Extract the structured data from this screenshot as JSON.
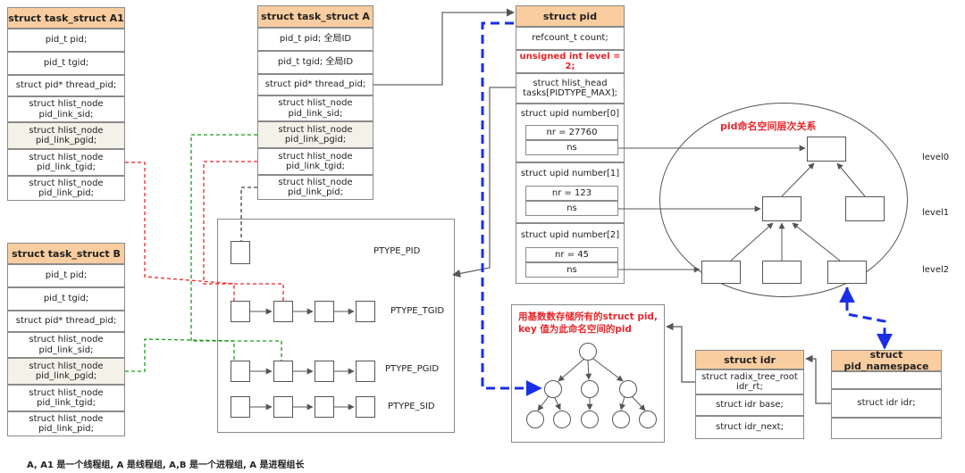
{
  "task_a1": {
    "title": "struct task_struct A1",
    "fields": [
      "pid_t pid;",
      "pid_t tgid;",
      "struct pid* thread_pid;",
      "struct hlist_node\npid_link_sid;",
      "struct hlist_node\npid_link_pgid;",
      "struct hlist_node\npid_link_tgid;",
      "struct hlist_node\npid_link_pid;"
    ]
  },
  "task_a": {
    "title": "struct task_struct A",
    "fields": [
      "pid_t pid; 全局ID",
      "pid_t tgid; 全局ID",
      "struct pid* thread_pid;",
      "struct hlist_node\npid_link_sid;",
      "struct hlist_node\npid_link_pgid;",
      "struct hlist_node\npid_link_tgid;",
      "struct hlist_node\npid_link_pid;"
    ]
  },
  "task_b": {
    "title": "struct task_struct B",
    "fields": [
      "pid_t pid;",
      "pid_t tgid;",
      "struct pid* thread_pid;",
      "struct hlist_node\npid_link_sid;",
      "struct hlist_node\npid_link_pgid;",
      "struct hlist_node\npid_link_tgid;",
      "struct hlist_node\npid_link_pid;"
    ]
  },
  "pid_struct": {
    "title": "struct pid",
    "count": "refcount_t count;",
    "level": "unsigned int level = 2;",
    "tasks": "struct hlist_head\ntasks[PIDTYPE_MAX];",
    "numbers": [
      {
        "title": "struct upid number[0]",
        "nr": "nr = 27760",
        "ns": "ns"
      },
      {
        "title": "struct upid number[1]",
        "nr": "nr = 123",
        "ns": "ns"
      },
      {
        "title": "struct upid number[2]",
        "nr": "nr = 45",
        "ns": "ns"
      }
    ]
  },
  "ptype_labels": [
    "PTYPE_PID",
    "PTYPE_TGID",
    "PTYPE_PGID",
    "PTYPE_SID"
  ],
  "ns_tree": {
    "title": "pid命名空间层次关系",
    "levels": [
      "level0",
      "level1",
      "level2"
    ]
  },
  "radix": {
    "title": "用基数数存储所有的struct pid,\nkey 值为此命名空间的pid"
  },
  "idr": {
    "title": "struct idr",
    "fields": [
      "struct radix_tree_root\nidr_rt;",
      "struct idr base;",
      "struct idr_next;"
    ]
  },
  "pid_namespace": {
    "title": "struct pid_namespace",
    "fields": [
      "",
      "struct idr idr;",
      ""
    ]
  },
  "footer": "A, A1 是一个线程组, A 是线程组, A,B 是一个进程组, A 是进程组长",
  "colors": {
    "header": "#f9cd9f",
    "red_text": "#e8262a",
    "red_dash": "#e8262a",
    "green_dash": "#1a9a1a",
    "blue_dash": "#1a2ee8",
    "arrow": "#666666"
  }
}
